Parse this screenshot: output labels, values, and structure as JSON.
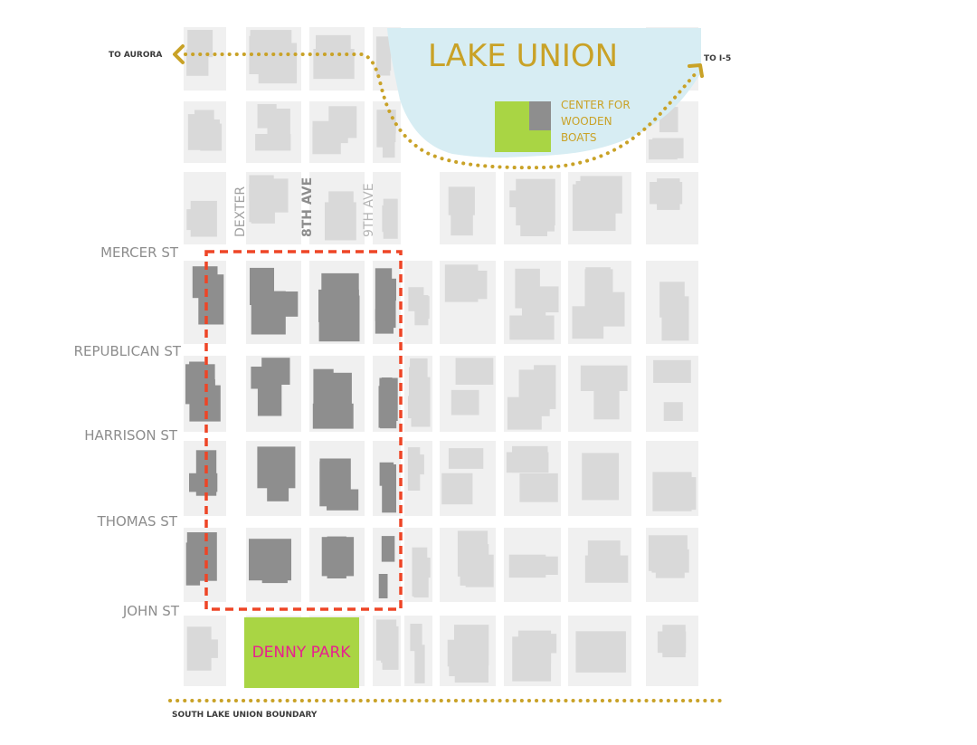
{
  "map": {
    "lake": {
      "name": "LAKE UNION"
    },
    "center": {
      "lines": [
        "CENTER FOR",
        "WOODEN",
        "BOATS"
      ]
    },
    "park": {
      "name": "DENNY PARK"
    },
    "routes": {
      "west": "TO AURORA",
      "east": "TO I-5"
    },
    "boundary": "SOUTH LAKE UNION BOUNDARY",
    "avenues": {
      "dexter": "DEXTER",
      "eighth": "8TH AVE",
      "ninth": "9TH AVE"
    },
    "streets": {
      "mercer": "MERCER ST",
      "republican": "REPUBLICAN ST",
      "harrison": "HARRISON ST",
      "thomas": "THOMAS ST",
      "john": "JOHN ST"
    }
  },
  "colors": {
    "water": "#d7edf3",
    "block": "#f0f0f0",
    "building": "#d9d9d9",
    "study_building": "#8e8e8e",
    "park_green": "#a9d544",
    "study_boundary": "#ee4526",
    "route_gold": "#c9a227",
    "park_label": "#e8208e",
    "street_label": "#8d8d8d"
  }
}
